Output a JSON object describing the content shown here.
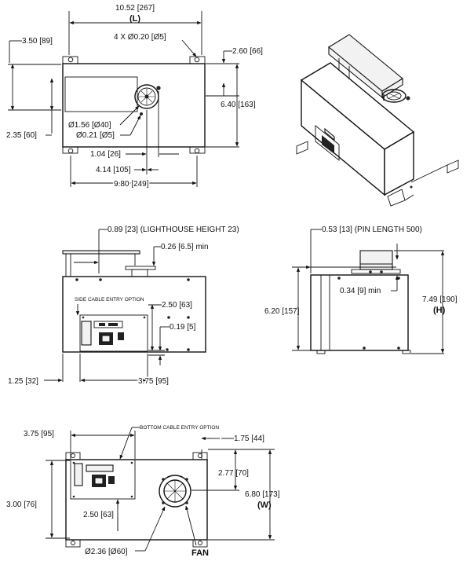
{
  "top_view": {
    "overall_length": "10.52 [267]",
    "length_symbol": "(L)",
    "left_offset": "3.50 [89]",
    "holes": "4 X Ø0.20 [Ø5]",
    "right_offset": "2.60 [66]",
    "height": "6.40 [163]",
    "bottom_offset": "2.35 [60]",
    "fan_diameter": "Ø1.56 [Ø40]",
    "pin_diameter": "Ø0.21 [Ø5]",
    "fan_offset_a": "1.04 [26]",
    "fan_offset_b": "4.14 [105]",
    "base_length": "9.80 [249]"
  },
  "front_view": {
    "lighthouse": "0.89 [23] (LIGHTHOUSE HEIGHT 23)",
    "clearance": "0.26 [6.5] min",
    "side_entry": "SIDE CABLE ENTRY OPTION",
    "entry_height": "2.50 [63]",
    "entry_bottom": "0.19 [5]",
    "left_margin": "1.25 [32]",
    "entry_width": "3.75 [95]"
  },
  "side_view": {
    "pin_length": "0.53 [13] (PIN LENGTH 500)",
    "body_height": "6.20 [157]",
    "min_clear": "0.34 [9] min",
    "total_height": "7.49 [190]",
    "height_symbol": "(H)"
  },
  "bottom_view": {
    "entry_offset": "3.75 [95]",
    "bottom_entry": "BOTTOM CABLE ENTRY OPTION",
    "right_offset": "1.75 [44]",
    "fan_height": "2.77 [70]",
    "left_height": "3.00 [76]",
    "width": "6.80 [173]",
    "width_symbol": "(W)",
    "entry_h": "2.50 [63]",
    "fan_diameter": "Ø2.36 [Ø60]",
    "fan_label": "FAN"
  }
}
